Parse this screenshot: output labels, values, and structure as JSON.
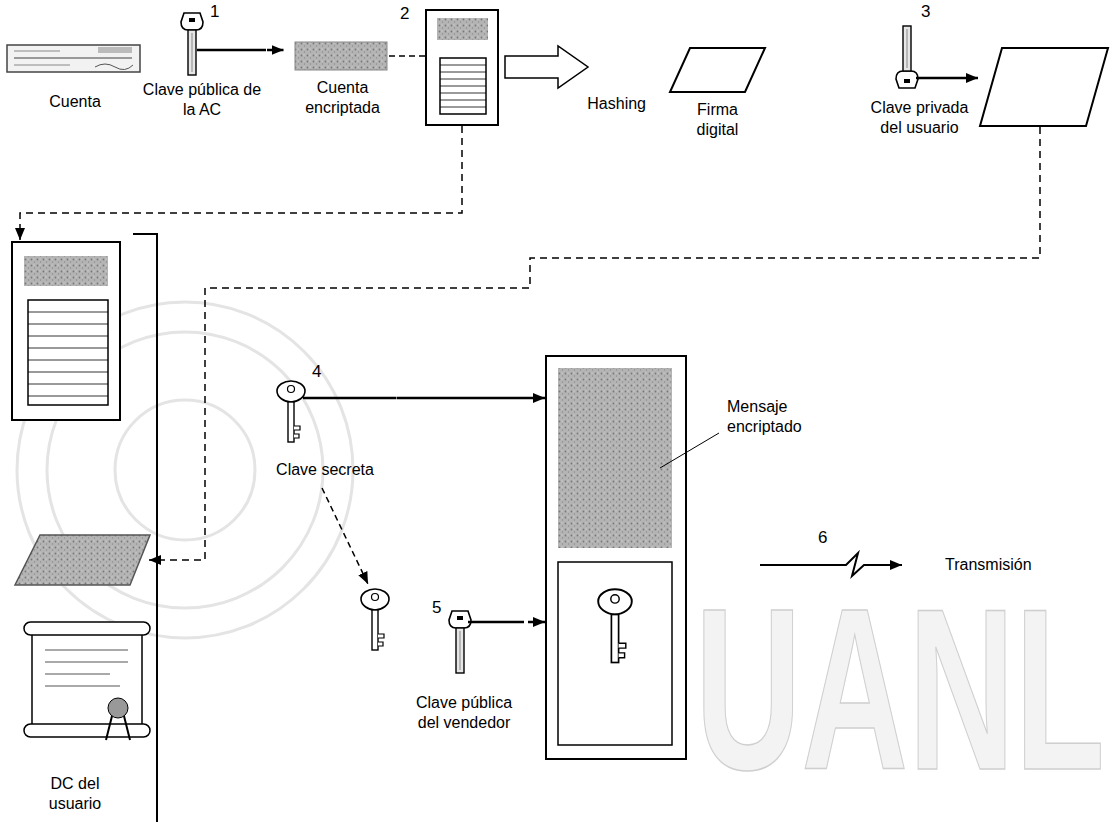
{
  "diagram": {
    "nodes": [
      {
        "text": [
          "Cuenta"
        ]
      },
      {
        "text": [
          "Clave pública de la AC"
        ]
      },
      {
        "text": [
          "Cuenta encriptada"
        ]
      },
      {
        "text": [
          "Hashing"
        ]
      },
      {
        "text": [
          "Firma digital"
        ]
      },
      {
        "text": [
          "Clave privada del usuario"
        ]
      },
      {
        "text": [
          "DC del usuario"
        ]
      },
      {
        "text": [
          "Clave secreta"
        ]
      },
      {
        "text": [
          "Clave pública del vendedor"
        ]
      },
      {
        "text": [
          "Mensaje encriptado"
        ]
      },
      {
        "text": [
          "Transmisión"
        ]
      }
    ],
    "edges": [
      {
        "from": 1,
        "to": 2,
        "arrow": "to"
      },
      {
        "from": 7,
        "to": 9,
        "arrow": "to"
      },
      {
        "from": 8,
        "to": 9,
        "arrow": "to"
      }
    ],
    "labels": [
      "1",
      "2",
      "3",
      "4",
      "5",
      "6",
      "UANL"
    ]
  }
}
